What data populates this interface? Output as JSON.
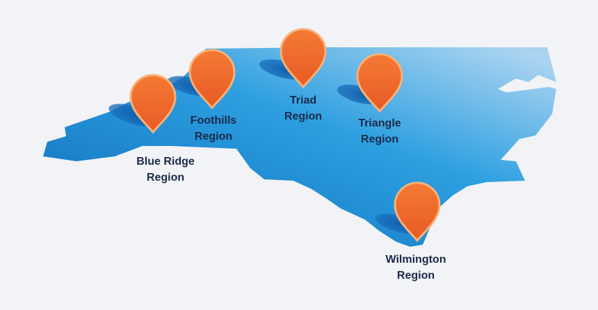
{
  "map": {
    "colors": {
      "background": "#f2f3f6",
      "state_fill_light": "#a9d3f0",
      "state_fill_mid": "#2c9fe0",
      "state_fill_dark": "#1576c4",
      "pin_fill_top": "#f57a34",
      "pin_fill_bottom": "#e85a24",
      "pin_stroke": "#f7b27a",
      "shadow": "#1262b0",
      "label_text": "#1b2a4a"
    },
    "regions": [
      {
        "id": "blue-ridge",
        "line1": "Blue Ridge",
        "line2": "Region"
      },
      {
        "id": "foothills",
        "line1": "Foothills",
        "line2": "Region"
      },
      {
        "id": "triad",
        "line1": "Triad",
        "line2": "Region"
      },
      {
        "id": "triangle",
        "line1": "Triangle",
        "line2": "Region"
      },
      {
        "id": "wilmington",
        "line1": "Wilmington",
        "line2": "Region"
      }
    ]
  }
}
